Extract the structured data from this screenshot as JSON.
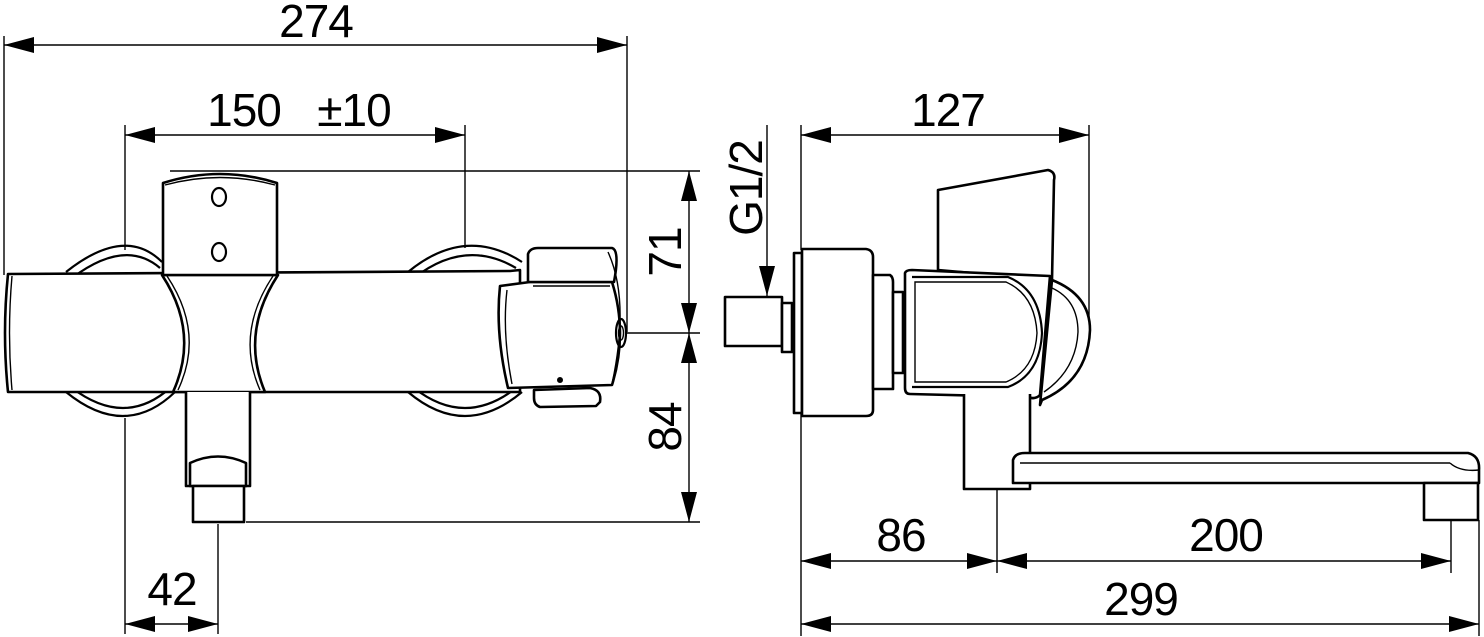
{
  "drawing": {
    "subject": "Wall-mounted thermostatic bath mixer with spout — dimensional drawing",
    "units": "mm",
    "line_color": "#000000",
    "background": "#ffffff"
  },
  "front_view": {
    "dimensions": {
      "overall_width": "274",
      "inlet_spacing": "150",
      "inlet_tolerance": "±10",
      "height_above_axis": "71",
      "height_below_axis": "84",
      "outlet_offset": "42"
    }
  },
  "side_view": {
    "dimensions": {
      "thread": "G1/2",
      "depth_body": "127",
      "wall_to_spout": "86",
      "spout_reach": "200",
      "overall_projection": "299"
    }
  }
}
